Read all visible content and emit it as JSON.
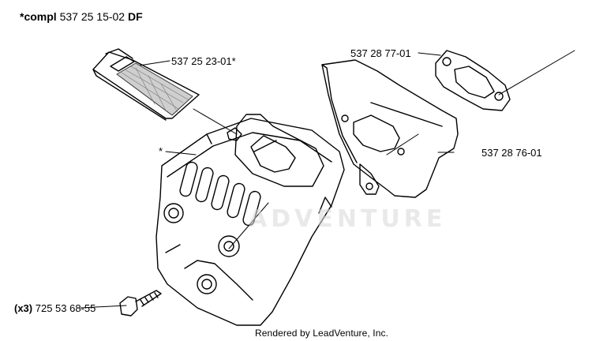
{
  "header": {
    "prefix": "*compl",
    "part_number": "537 25 15-02",
    "suffix": "DF"
  },
  "callouts": {
    "air_filter": "537 25 23-01*",
    "gasket": "537 28 77-01",
    "muffler_bracket": "537 28 76-01",
    "asterisk_marker": "*",
    "screw_qty": "(x3)",
    "screw": "725 53 68-55"
  },
  "watermark": "ADVENTURE",
  "footer": "Rendered by LeadVenture, Inc."
}
